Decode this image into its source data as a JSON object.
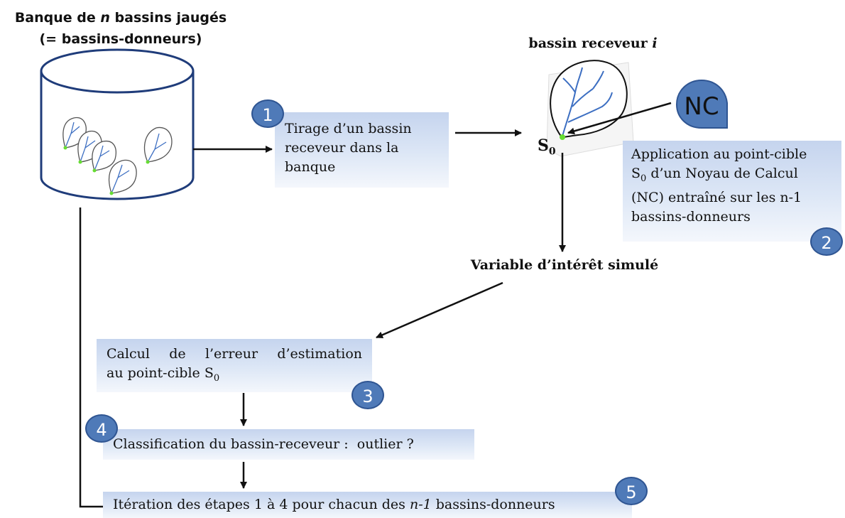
{
  "bank": {
    "title_prefix": "Banque de ",
    "title_n": "n",
    "title_suffix": " bassins jaugés",
    "subtitle": "(= bassins-donneurs)"
  },
  "receiver": {
    "title_prefix": "bassin receveur ",
    "title_i": "i",
    "point_label": "S",
    "point_sub": "0"
  },
  "nc_label": "NC",
  "steps": {
    "step1": {
      "number": "1",
      "text": "Tirage d’un bassin receveur dans la banque"
    },
    "step2": {
      "number": "2",
      "line1": "Application au point-cible",
      "line2_s": "S",
      "line2_sub": "0",
      "line2_rest": " d’un Noyau de Calcul",
      "line3": "(NC) entraîné sur les n-1",
      "line4": "bassins-donneurs"
    },
    "step3": {
      "number": "3",
      "line1": "Calcul de l’erreur d’estimation",
      "line2_text": "au point-cible S",
      "line2_sub": "0"
    },
    "step4": {
      "number": "4",
      "text": "Classification du bassin-receveur :  outlier ?"
    },
    "step5": {
      "number": "5",
      "text_prefix": "Itération des étapes 1 à 4 pour chacun des ",
      "text_italic": "n-1",
      "text_suffix": " bassins-donneurs"
    }
  },
  "simulated_variable": "Variable d’intérêt simulé",
  "colors": {
    "box_gradient_top": "#c5d4ee",
    "box_gradient_bottom": "#f4f7fc",
    "badge_fill": "#4f7ab8",
    "badge_stroke": "#2f5592",
    "river": "#3d6fc2",
    "outlet": "#66dd33"
  }
}
